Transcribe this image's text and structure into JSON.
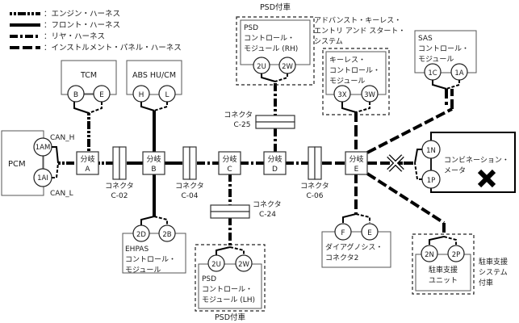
{
  "legend": [
    {
      "style": "engine",
      "label": "：エンジン・ハーネス"
    },
    {
      "style": "front",
      "label": "：フロント・ハーネス"
    },
    {
      "style": "rear",
      "label": "：リヤ・ハーネス"
    },
    {
      "style": "inst",
      "label": "：インストルメント・パネル・ハーネス"
    }
  ],
  "modules": {
    "pcm": {
      "name": "PCM",
      "pins": [
        "1AM",
        "1AI"
      ],
      "can_h": "CAN_H",
      "can_l": "CAN_L"
    },
    "tcm": {
      "name": "TCM",
      "pins": [
        "B",
        "E"
      ]
    },
    "abs": {
      "name": "ABS HU/CM",
      "pins": [
        "H",
        "L"
      ]
    },
    "psd_rh": {
      "option": "PSD付車",
      "line1": "PSD",
      "line2": "コントロール・",
      "line3": "モジュール (RH)",
      "pins": [
        "2U",
        "2W"
      ]
    },
    "keyless_system": {
      "line1": "アドバンスト・キーレス・",
      "line2": "エントリ アンド スタート・",
      "line3": "システム"
    },
    "keyless": {
      "line1": "キーレス・",
      "line2": "コントロール・",
      "line3": "モジュール",
      "pins": [
        "3X",
        "3W"
      ]
    },
    "sas": {
      "line1": "SAS",
      "line2": "コントロール・",
      "line3": "モジュール",
      "pins": [
        "1C",
        "1A"
      ]
    },
    "meter": {
      "line1": "コンビネーション・",
      "line2": "メータ",
      "pins": [
        "1N",
        "1P"
      ]
    },
    "ehpas": {
      "line1": "EHPAS",
      "line2": "コントロール・",
      "line3": "モジュール",
      "pins": [
        "2D",
        "2B"
      ]
    },
    "psd_lh": {
      "option": "PSD付車",
      "line1": "PSD",
      "line2": "コントロール・",
      "line3": "モジュール (LH)",
      "pins": [
        "2U",
        "2W"
      ]
    },
    "diag": {
      "line1": "ダイアグノシス・",
      "line2": "コネクタ2",
      "pins": [
        "F",
        "E"
      ]
    },
    "park": {
      "line1": "駐車支援",
      "line2": "ユニット",
      "pins": [
        "2N",
        "2P"
      ],
      "option1": "駐車支援",
      "option2": "システム",
      "option3": "付車"
    }
  },
  "branches": [
    {
      "label": "分岐",
      "id": "A"
    },
    {
      "label": "分岐",
      "id": "B"
    },
    {
      "label": "分岐",
      "id": "C"
    },
    {
      "label": "分岐",
      "id": "D"
    },
    {
      "label": "分岐",
      "id": "E"
    }
  ],
  "connectors": [
    {
      "label": "コネクタ",
      "id": "C-02"
    },
    {
      "label": "コネクタ",
      "id": "C-04"
    },
    {
      "label": "コネクタ",
      "id": "C-25"
    },
    {
      "label": "コネクタ",
      "id": "C-06"
    },
    {
      "label": "コネクタ",
      "id": "C-24"
    }
  ]
}
